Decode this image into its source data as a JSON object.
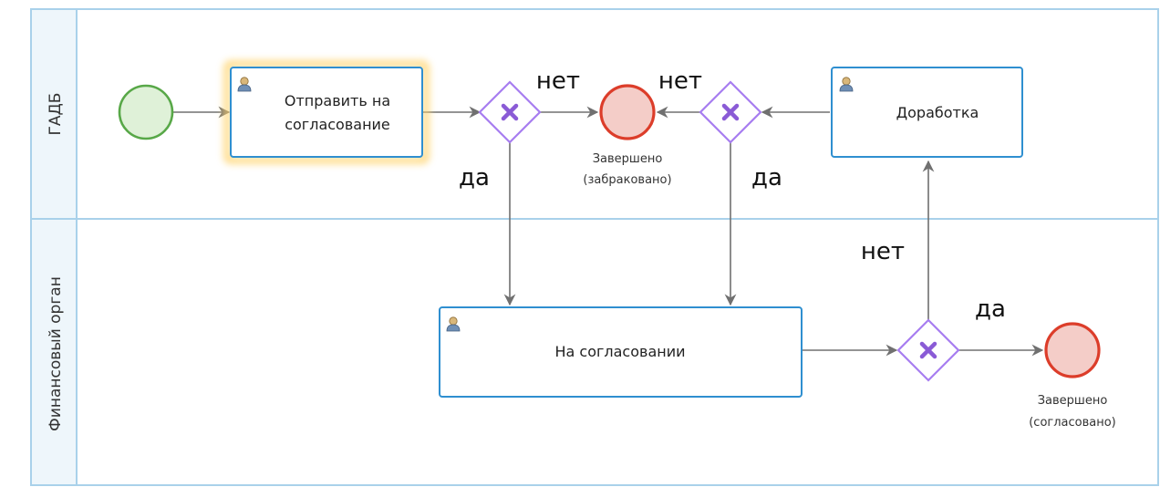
{
  "lanes": {
    "top": "ГАДБ",
    "bottom": "Финансовый орган"
  },
  "tasks": {
    "send": [
      "Отправить на",
      "согласование"
    ],
    "rework": "Доработка",
    "approval": "На согласовании"
  },
  "events": {
    "rejected": [
      "Завершено",
      "(забраковано)"
    ],
    "approved": [
      "Завершено",
      "(согласовано)"
    ]
  },
  "edge_labels": {
    "gw1_no": "нет",
    "gw2_no": "нет",
    "gw1_yes": "да",
    "gw2_yes": "да",
    "gw3_no": "нет",
    "gw3_yes": "да"
  },
  "colors": {
    "lane_border": "#a9d1ea",
    "lane_header_bg": "#eef6fb",
    "task_border": "#2f8fd0",
    "task_highlight": "#ffd36a",
    "start_fill": "#dff1d8",
    "start_stroke": "#58a848",
    "end_fill": "#f4cdc8",
    "end_stroke": "#dc3d2a",
    "gateway_fill": "#ffffff",
    "gateway_stroke": "#a77df0",
    "gateway_mark": "#8a5bd6",
    "person_icon": "#c7a86a"
  }
}
